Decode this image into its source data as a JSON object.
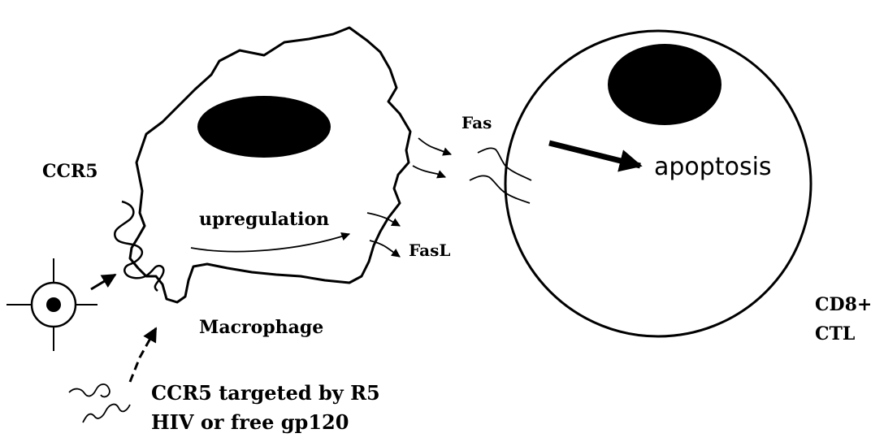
{
  "labels": {
    "ccr5": "CCR5",
    "upregulation": "upregulation",
    "fas": "Fas",
    "fasl": "FasL",
    "apoptosis": "apoptosis",
    "macrophage": "Macrophage",
    "cd8": "CD8+",
    "ctl": "CTL",
    "ccr5_targeted_line1": "CCR5 targeted by R5",
    "ccr5_targeted_line2": "HIV or free gp120"
  },
  "colors": {
    "ink": "#000000",
    "background": "#ffffff"
  },
  "icons": {
    "virus": "hiv-virion-icon",
    "gp120": "gp120-squiggle-icon"
  }
}
